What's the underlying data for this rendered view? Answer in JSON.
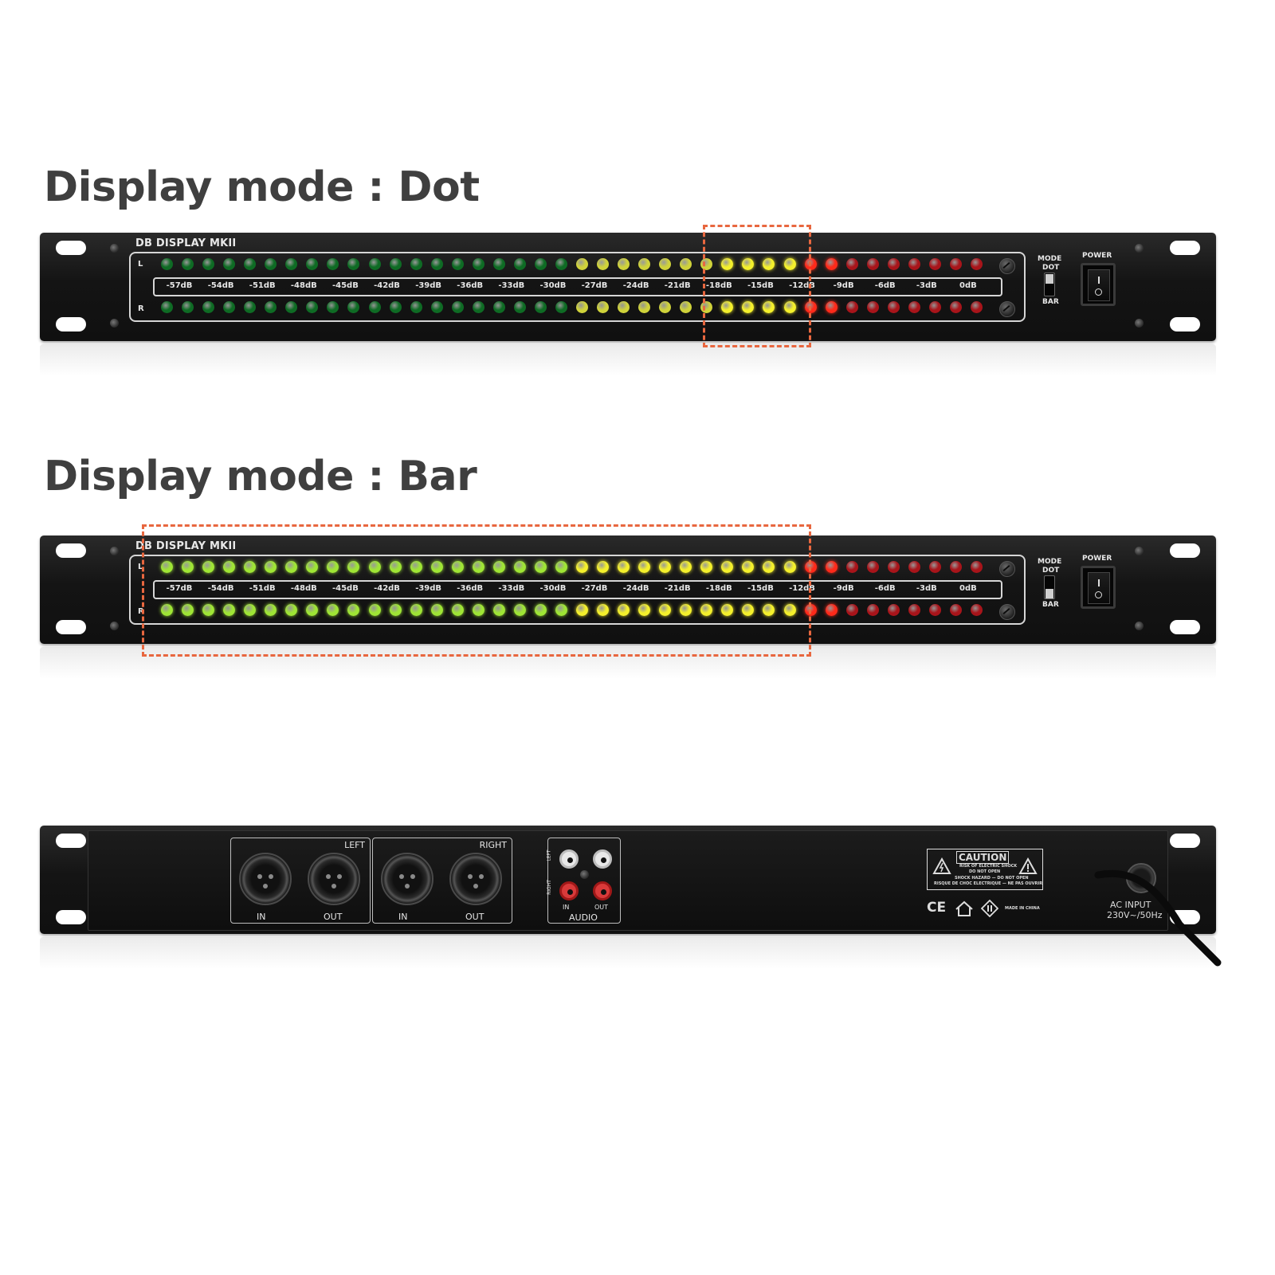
{
  "headings": {
    "dot": "Display mode : Dot",
    "bar": "Display mode : Bar"
  },
  "device": {
    "brand": "DB DISPLAY MKII",
    "scale_labels": [
      "-57dB",
      "-54dB",
      "-51dB",
      "-48dB",
      "-45dB",
      "-42dB",
      "-39dB",
      "-36dB",
      "-33dB",
      "-30dB",
      "-27dB",
      "-24dB",
      "-21dB",
      "-18dB",
      "-15dB",
      "-12dB",
      "-9dB",
      "-6dB",
      "-3dB",
      "0dB"
    ],
    "channel_left": "L",
    "channel_right": "R",
    "mode_label": "MODE",
    "mode_dot": "DOT",
    "mode_bar": "BAR",
    "power_label": "POWER"
  },
  "leds": {
    "count": 40,
    "green_count": 20,
    "yellow_count": 11,
    "colors": {
      "green_on": "#9fe535",
      "green_dim": "#0e6b24",
      "yellow_on": "#f4f02c",
      "yellow_dim": "#cfd23a",
      "red_on": "#ff2a1a",
      "red_dim": "#a8141a"
    },
    "dot_mode": {
      "lit_from": 27,
      "lit_to": 32
    },
    "bar_mode": {
      "lit_to": 32
    }
  },
  "rear": {
    "left_label": "LEFT",
    "right_label": "RIGHT",
    "in_label": "IN",
    "out_label": "OUT",
    "audio_label": "AUDIO",
    "rca_left": "LEFT",
    "rca_right": "RIGHT",
    "rca_in": "IN",
    "rca_out": "OUT",
    "caution_title": "CAUTION",
    "caution_line1": "RISK OF ELECTRIC SHOCK",
    "caution_line2": "DO NOT OPEN",
    "caution_line3": "SHOCK HAZARD — DO NOT OPEN",
    "caution_line4": "RISQUE DE CHOC ELECTRIQUE — NE PAS OUVRIR",
    "ce_mark": "CE",
    "made_in": "MADE IN CHINA",
    "ac_input": "AC INPUT",
    "ac_rating": "230V~/50Hz"
  },
  "accent_color": "#e8673f"
}
